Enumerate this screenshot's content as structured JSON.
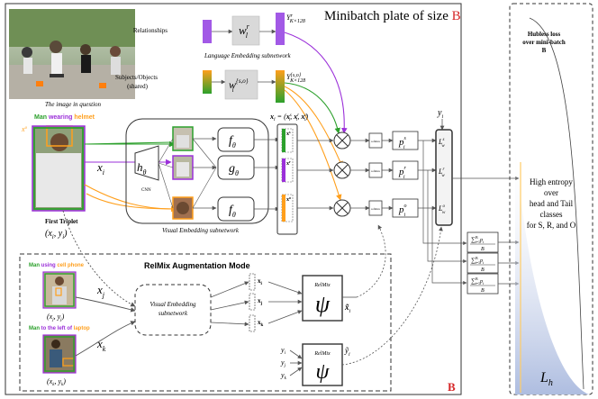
{
  "plate": {
    "title_prefix": "Minibatch plate of size ",
    "title_b": "B",
    "corner_b": "B",
    "color_b": "#d62728"
  },
  "photo": {
    "caption": "The image in question"
  },
  "language": {
    "rel_label": "Relationships",
    "so_label": "Subjects/Objects",
    "so_sub": "(shared)",
    "w_rel": "w",
    "w_rel_sup": "r",
    "w_rel_sub": "l",
    "w_so": "w",
    "w_so_sup": "{s,o}",
    "w_so_sub": "l",
    "y_rel": "Y",
    "y_rel_sup": "r",
    "y_rel_sub": "K×128",
    "y_so": "Y",
    "y_so_sup": "{s,o}",
    "y_so_sub": "K×128",
    "caption": "Language Embedding subnetwork"
  },
  "triplet": {
    "w_man": "Man",
    "w_rel": "wearing",
    "w_obj": "helmet",
    "x_label": "x",
    "x_sub": "i",
    "caption": "First Triplet",
    "pair": "(x",
    "pair_sub": "i",
    "pair_mid": ", y",
    "pair_sub2": "i",
    "pair_end": ")",
    "colors": {
      "subject": "#2ca02c",
      "relation": "#9b30d9",
      "object": "#ff9f1c"
    }
  },
  "cnn": {
    "h": "h",
    "h_sub": "θ",
    "label": "CNN",
    "f1": "f",
    "f1_sub": "θ",
    "g": "g",
    "g_sub": "θ",
    "f2": "f",
    "f2_sub": "θ",
    "caption": "Visual Embedding subnetwork"
  },
  "feat": {
    "x_lhs": "x",
    "x_lhs_sub": "i",
    "eq": " = (",
    "x_s": "x",
    "x_s_sup": "s",
    "x_s_sub": "i",
    "x_r": "x",
    "x_r_sup": "r",
    "x_r_sub": "i",
    "x_o": "x",
    "x_o_sup": "o",
    "x_o_sub": "i",
    "close": ")"
  },
  "softmax": {
    "label": "softmax",
    "p": "p",
    "p_s_sup": "s",
    "p_r_sup": "r",
    "p_o_sup": "o",
    "p_sub": "i"
  },
  "loss": {
    "y": "y",
    "y_sub": "i",
    "L": "L",
    "L_s_sup": "s",
    "L_r_sup": "r",
    "L_o_sup": "o",
    "L_sub": "w",
    "sum": "∑",
    "sum_top": "B",
    "sum_bot": "i=1",
    "pfrac": "p",
    "pfrac_sub": "i",
    "B": "B"
  },
  "relmix": {
    "title": "RelMix Augmentation Mode",
    "trip2_man": "Man",
    "trip2_rel": "using",
    "trip2_obj": "cell phone",
    "trip3_man": "Man",
    "trip3_rel": "to the left of",
    "trip3_obj": "laptop",
    "xj": "x",
    "xj_sub": "j",
    "xk": "x",
    "xk_sub": "k",
    "pair_j": "(x",
    "pair_j_sub": "j",
    "pair_j_mid": ", y",
    "pair_j_sub2": "j",
    "pair_k": "(x",
    "pair_k_sub": "k",
    "pair_k_mid": ", y",
    "pair_k_sub2": "k",
    "close": ")",
    "sub_l1": "Visual Embedding",
    "sub_l2": "subnetwork",
    "xi": "x",
    "xi_sub": "i",
    "xj2": "x",
    "xj2_sub": "j",
    "xk2": "x",
    "xk2_sub": "k",
    "mix_label": "RelMix",
    "psi": "ψ",
    "xtilde": "x̃",
    "xtilde_sub": "i",
    "ytilde": "ỹ",
    "ytilde_sub": "i",
    "yi": "y",
    "yi_sub": "i",
    "yj": "y",
    "yj_sub": "j",
    "yk": "y",
    "yk_sub": "k"
  },
  "hubless": {
    "title_l1": "Hubless loss",
    "title_l2": "over mini-batch",
    "title_l3": "B",
    "body_l1": "High entropy",
    "body_l2": "over",
    "body_l3": "head and Tail",
    "body_l4": "classes",
    "body_l5": "for S, R, and O",
    "Lh": "L",
    "Lh_sub": "h"
  }
}
